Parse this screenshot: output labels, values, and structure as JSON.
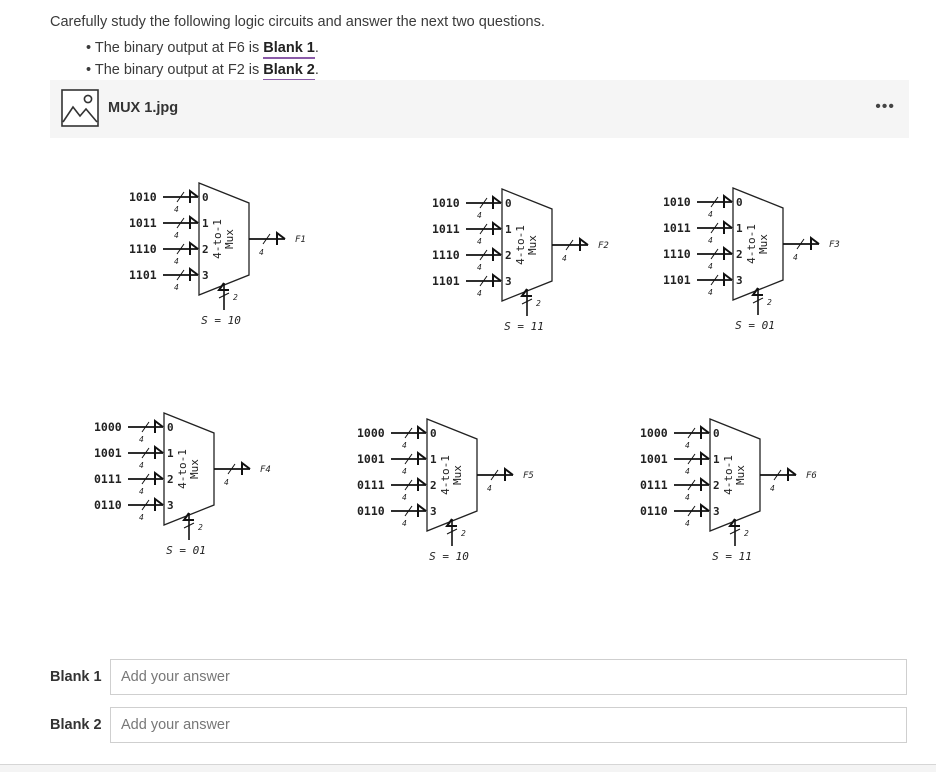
{
  "question": {
    "intro": "Carefully study the following logic circuits and answer the next two questions.",
    "bullets": [
      {
        "prefix": "The binary output at F6 is ",
        "blank": "Blank 1",
        "suffix": "."
      },
      {
        "prefix": "The binary output at F2 is ",
        "blank": "Blank 2",
        "suffix": "."
      }
    ]
  },
  "attachment": {
    "filename": "MUX 1.jpg",
    "icon": "image-icon",
    "more_label": "•••"
  },
  "diagram": {
    "mux_lines": [
      "4-to-1",
      "Mux"
    ],
    "port_labels": [
      "0",
      "1",
      "2",
      "3"
    ],
    "bus_width": "4",
    "select_width": "2",
    "muxes": [
      {
        "inputs": [
          "1010",
          "1011",
          "1110",
          "1101"
        ],
        "select": "S = 10",
        "output": "F1"
      },
      {
        "inputs": [
          "1010",
          "1011",
          "1110",
          "1101"
        ],
        "select": "S = 11",
        "output": "F2"
      },
      {
        "inputs": [
          "1010",
          "1011",
          "1110",
          "1101"
        ],
        "select": "S = 01",
        "output": "F3"
      },
      {
        "inputs": [
          "1000",
          "1001",
          "0111",
          "0110"
        ],
        "select": "S = 01",
        "output": "F4"
      },
      {
        "inputs": [
          "1000",
          "1001",
          "0111",
          "0110"
        ],
        "select": "S = 10",
        "output": "F5"
      },
      {
        "inputs": [
          "1000",
          "1001",
          "0111",
          "0110"
        ],
        "select": "S = 11",
        "output": "F6"
      }
    ]
  },
  "answers": [
    {
      "label": "Blank 1",
      "value": "",
      "placeholder": "Add your answer"
    },
    {
      "label": "Blank 2",
      "value": "",
      "placeholder": "Add your answer"
    }
  ]
}
